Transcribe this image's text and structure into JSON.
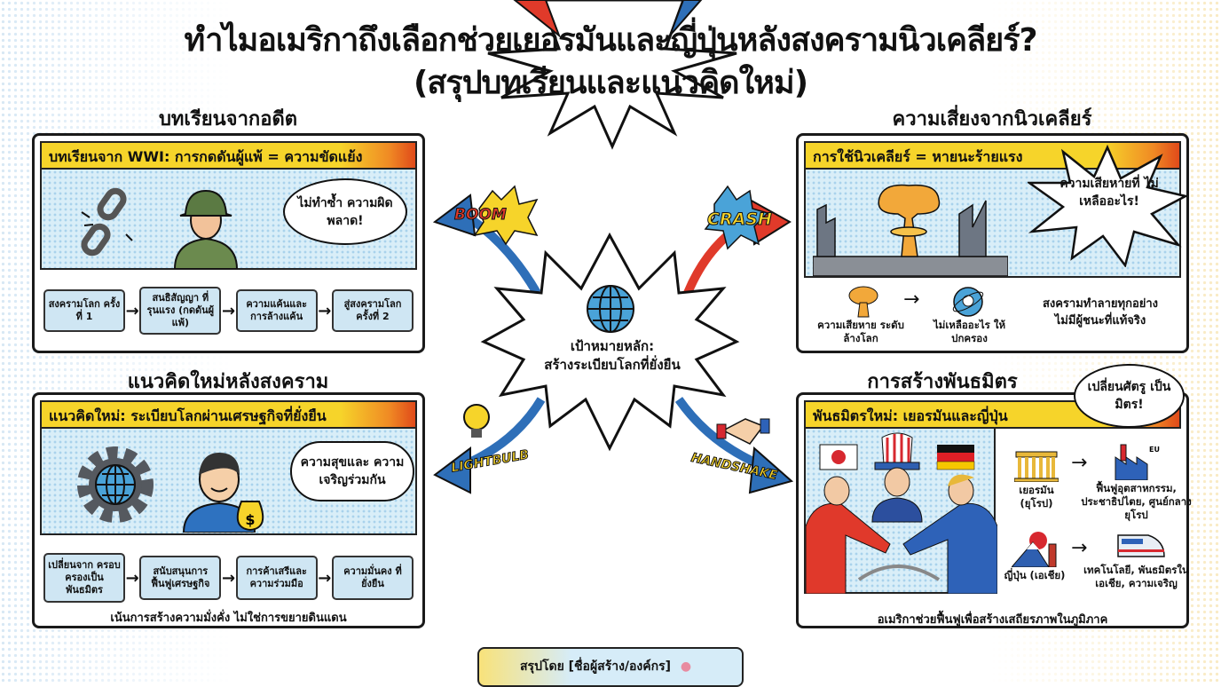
{
  "title": {
    "line1": "ทำไมอเมริกาถึงเลือกช่วยเยอรมันและญี่ปุ่นหลังสงครามนิวเคลียร์?",
    "line2": "(สรุปบทเรียนและแนวคิดใหม่)"
  },
  "center": {
    "icon": "globe-icon",
    "text_line1": "เป้าหมายหลัก:",
    "text_line2": "สร้างระเบียบโลกที่ยั่งยืน",
    "effects": [
      {
        "label": "BOOM",
        "icon": "explosion-icon"
      },
      {
        "label": "CRASH",
        "icon": "crash-burst-icon"
      },
      {
        "label": "LIGHTBULB",
        "icon": "lightbulb-icon"
      },
      {
        "label": "HANDSHAKE",
        "icon": "handshake-icon"
      }
    ]
  },
  "past": {
    "section": "บทเรียนจากอดีต",
    "header": "บทเรียนจาก WWI: การกดดันผู้แพ้ = ความขัดแย้ง",
    "bubble": "ไม่ทำซ้ำ ความผิดพลาด!",
    "flow": [
      "สงครามโลก ครั้งที่ 1",
      "สนธิสัญญา ที่รุนแรง (กดดันผู้แพ้)",
      "ความแค้นและ การล้างแค้น",
      "สู่สงครามโลก ครั้งที่ 2"
    ]
  },
  "newidea": {
    "section": "แนวคิดใหม่หลังสงคราม",
    "header": "แนวคิดใหม่: ระเบียบโลกผ่านเศรษฐกิจที่ยั่งยืน",
    "bubble": "ความสุขและ ความเจริญร่วมกัน",
    "flow": [
      "เปลี่ยนจาก ครอบครองเป็น พันธมิตร",
      "สนับสนุนการ ฟื้นฟูเศรษฐกิจ",
      "การค้าเสรีและ ความร่วมมือ",
      "ความมั่นคง ที่ยั่งยืน"
    ],
    "note": "เน้นการสร้างความมั่งคั่ง ไม่ใช่การขยายดินแดน"
  },
  "nuclear": {
    "section": "ความเสี่ยงจากนิวเคลียร์",
    "header": "การใช้นิวเคลียร์ = หายนะร้ายแรง",
    "bubble": "ความเสียหายที่ ไม่เหลืออะไร!",
    "item1": "ความเสียหาย ระดับล้างโลก",
    "item2": "ไม่เหลืออะไร ให้ปกครอง",
    "summary_line1": "สงครามทำลายทุกอย่าง",
    "summary_line2": "ไม่มีผู้ชนะที่แท้จริง"
  },
  "alliance": {
    "section": "การสร้างพันธมิตร",
    "header": "พันธมิตรใหม่: เยอรมันและญี่ปุ่น",
    "bubble": "เปลี่ยนศัตรู เป็นมิตร!",
    "germany_label": "เยอรมัน (ยุโรป)",
    "germany_result": "ฟื้นฟูอุตสาหกรรม, ประชาธิปไตย, ศูนย์กลางยุโรป",
    "eu_label": "EU",
    "japan_label": "ญี่ปุ่น (เอเชีย)",
    "japan_result": "เทคโนโลยี, พันธมิตรในเอเชีย, ความเจริญ",
    "note": "อเมริกาช่วยฟื้นฟูเพื่อสร้างเสถียรภาพในภูมิภาค"
  },
  "footer": {
    "credit": "สรุปโดย [ชื่อผู้สร้าง/องค์กร]",
    "icon": "brain-lightbulb-icon"
  },
  "colors": {
    "yellow": "#f6d42a",
    "blue": "#2e6fb8",
    "red": "#e03a2a",
    "panel_bg": "#d9eef8"
  }
}
